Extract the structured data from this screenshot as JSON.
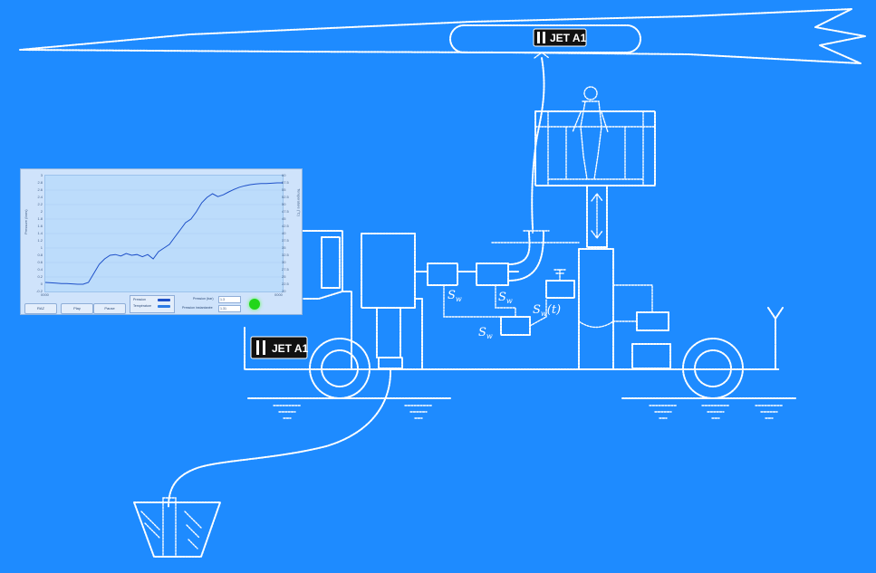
{
  "fuel_labels": {
    "aircraft_tank": "JET A1",
    "truck_tank": "JET A1"
  },
  "sensors": {
    "s1": "S",
    "s2": "S",
    "s3": "S",
    "s4": "S",
    "s4_suffix": "(t)"
  },
  "monitor": {
    "y_left_label": "Pressure (bars)",
    "y_right_label": "Temperature (°C)",
    "y_left_ticks": [
      "3",
      "2.8",
      "2.6",
      "2.4",
      "2.2",
      "2",
      "1.8",
      "1.6",
      "1.4",
      "1.2",
      "1",
      "0.8",
      "0.6",
      "0.4",
      "0.2",
      "0",
      "-0.2"
    ],
    "y_right_ticks": [
      "60",
      "57.5",
      "55",
      "52.5",
      "50",
      "47.5",
      "45",
      "42.5",
      "40",
      "37.5",
      "35",
      "32.5",
      "30",
      "27.5",
      "25",
      "22.5",
      "20"
    ],
    "x_start": "0000",
    "x_end": "0000",
    "buttons": [
      "RAZ",
      "Play",
      "Pause"
    ],
    "legend": [
      {
        "label": "Pression",
        "color": "#1e50c8"
      },
      {
        "label": "Température",
        "color": "#2c7be5"
      }
    ],
    "field_1_label": "Pression (bar)",
    "field_1_value": "1.3",
    "field_2_label": "Pression instantanée",
    "field_2_value": "1.31",
    "status_color": "#22d61a"
  },
  "chart_data": {
    "type": "line",
    "ylim": [
      -0.2,
      3.0
    ],
    "series": [
      {
        "values": [
          0.05,
          0.04,
          0.03,
          0.02,
          0.02,
          0.01,
          0.0,
          0.0,
          0.05,
          0.3,
          0.55,
          0.7,
          0.8,
          0.82,
          0.78,
          0.85,
          0.8,
          0.82,
          0.76,
          0.82,
          0.7,
          0.9,
          1.0,
          1.1,
          1.3,
          1.5,
          1.7,
          1.8,
          2.0,
          2.25,
          2.4,
          2.5,
          2.42,
          2.47,
          2.55,
          2.62,
          2.68,
          2.72,
          2.75,
          2.77,
          2.78,
          2.78,
          2.79,
          2.8,
          2.8
        ]
      }
    ]
  }
}
